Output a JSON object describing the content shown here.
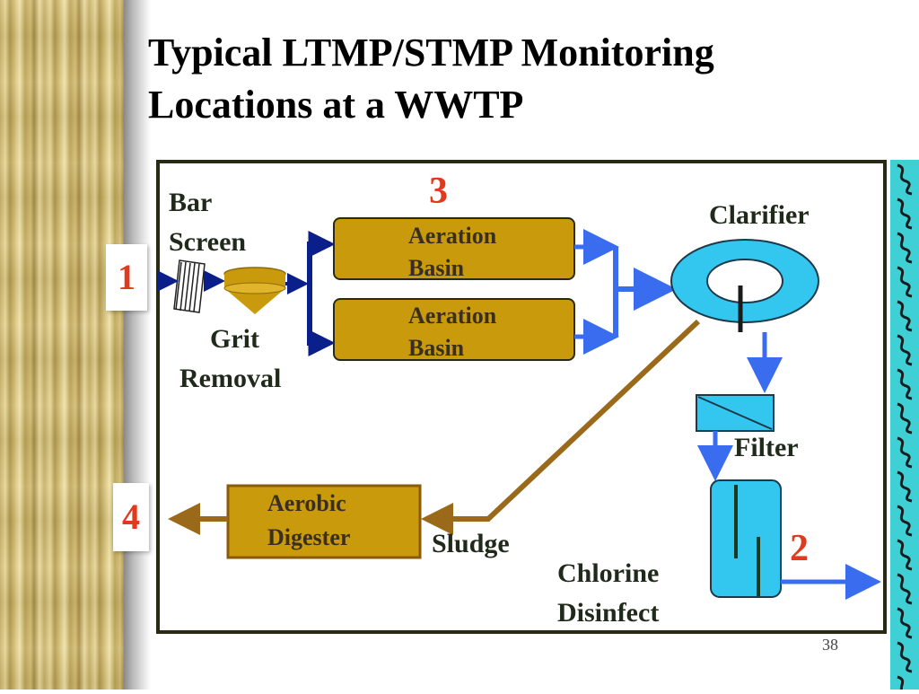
{
  "slide": {
    "title_line1": "Typical LTMP/STMP Monitoring",
    "title_line2": "Locations at a WWTP",
    "page_number": "38"
  },
  "diagram": {
    "bar_screen_line1": "Bar",
    "bar_screen_line2": "Screen",
    "grit_line1": "Grit",
    "grit_line2": "Removal",
    "aeration1_line1": "Aeration",
    "aeration1_line2": "Basin",
    "aeration2_line1": "Aeration",
    "aeration2_line2": "Basin",
    "clarifier": "Clarifier",
    "filter": "Filter",
    "aerobic_line1": "Aerobic",
    "aerobic_line2": "Digester",
    "sludge": "Sludge",
    "chlorine_line1": "Chlorine",
    "chlorine_line2": "Disinfect",
    "tag1": "1",
    "tag2": "2",
    "tag3": "3",
    "tag4": "4"
  },
  "colors": {
    "basin_fill": "#c99a0c",
    "digester_fill": "#c99a0c",
    "clarifier_fill": "#33c7f0",
    "tank_fill": "#33c7f0",
    "flow_arrow": "#3a6cf0",
    "sludge_line": "#9a6a1a",
    "tag_text": "#e03a1e"
  }
}
